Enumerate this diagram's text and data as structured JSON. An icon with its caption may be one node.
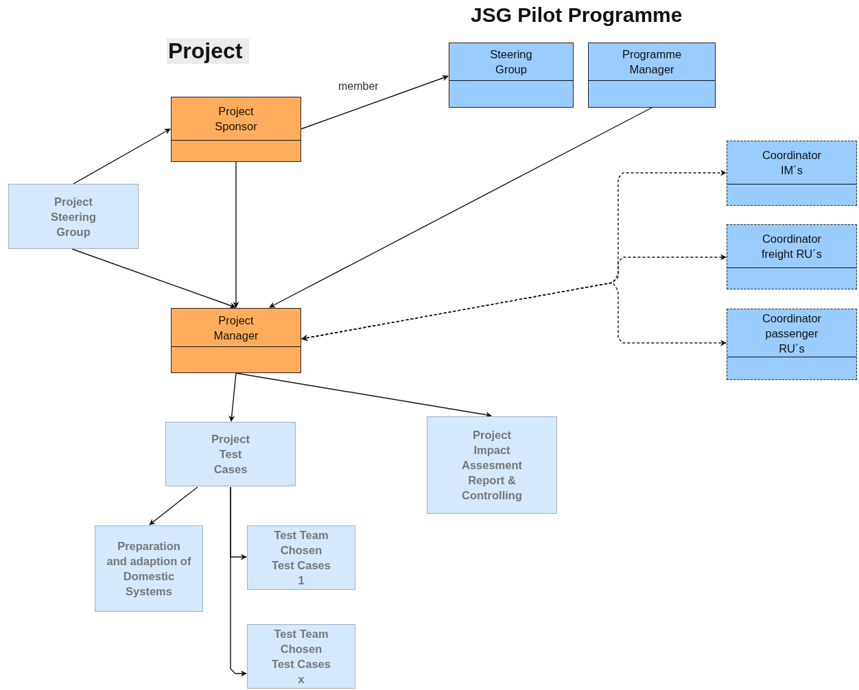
{
  "diagram": {
    "title": "JSG Pilot Programme",
    "nodes": [
      {
        "text": [
          "Steering Group"
        ]
      },
      {
        "text": [
          "Programme Manager"
        ]
      },
      {
        "text": [
          "Project Sponsor"
        ]
      },
      {
        "text": [
          "Project Steering Group"
        ]
      },
      {
        "text": [
          "Coordinator IM´s"
        ]
      },
      {
        "text": [
          "Coordinator freight RU´s"
        ]
      },
      {
        "text": [
          "Coordinator passenger RU´s"
        ]
      },
      {
        "text": [
          "Project Manager"
        ]
      },
      {
        "text": [
          "Project Test Cases"
        ]
      },
      {
        "text": [
          "Project Impact Assesment Report & Controlling"
        ]
      },
      {
        "text": [
          "Preparation and adaption of Domestic Systems"
        ]
      },
      {
        "text": [
          "Test Team Chosen Test Cases 1"
        ]
      },
      {
        "text": [
          "Test Team Chosen Test Cases x"
        ]
      }
    ],
    "edges": [
      {
        "from": 2,
        "to": 0,
        "arrow": "to",
        "label": "member"
      },
      {
        "from": 3,
        "to": 2,
        "arrow": "to"
      },
      {
        "from": 3,
        "to": 7,
        "arrow": "to"
      },
      {
        "from": 2,
        "to": 7,
        "arrow": "to"
      },
      {
        "from": 1,
        "to": 7,
        "arrow": "to"
      },
      {
        "from": 7,
        "to": 4,
        "arrow": "both",
        "style": "dashed"
      },
      {
        "from": 7,
        "to": 5,
        "arrow": "both",
        "style": "dashed"
      },
      {
        "from": 7,
        "to": 6,
        "arrow": "both",
        "style": "dashed"
      },
      {
        "from": 7,
        "to": 8,
        "arrow": "to"
      },
      {
        "from": 7,
        "to": 9,
        "arrow": "to"
      },
      {
        "from": 8,
        "to": 10,
        "arrow": "to"
      },
      {
        "from": 8,
        "to": 11,
        "arrow": "to"
      },
      {
        "from": 8,
        "to": 12,
        "arrow": "to"
      }
    ],
    "labels": [
      "Project"
    ]
  }
}
